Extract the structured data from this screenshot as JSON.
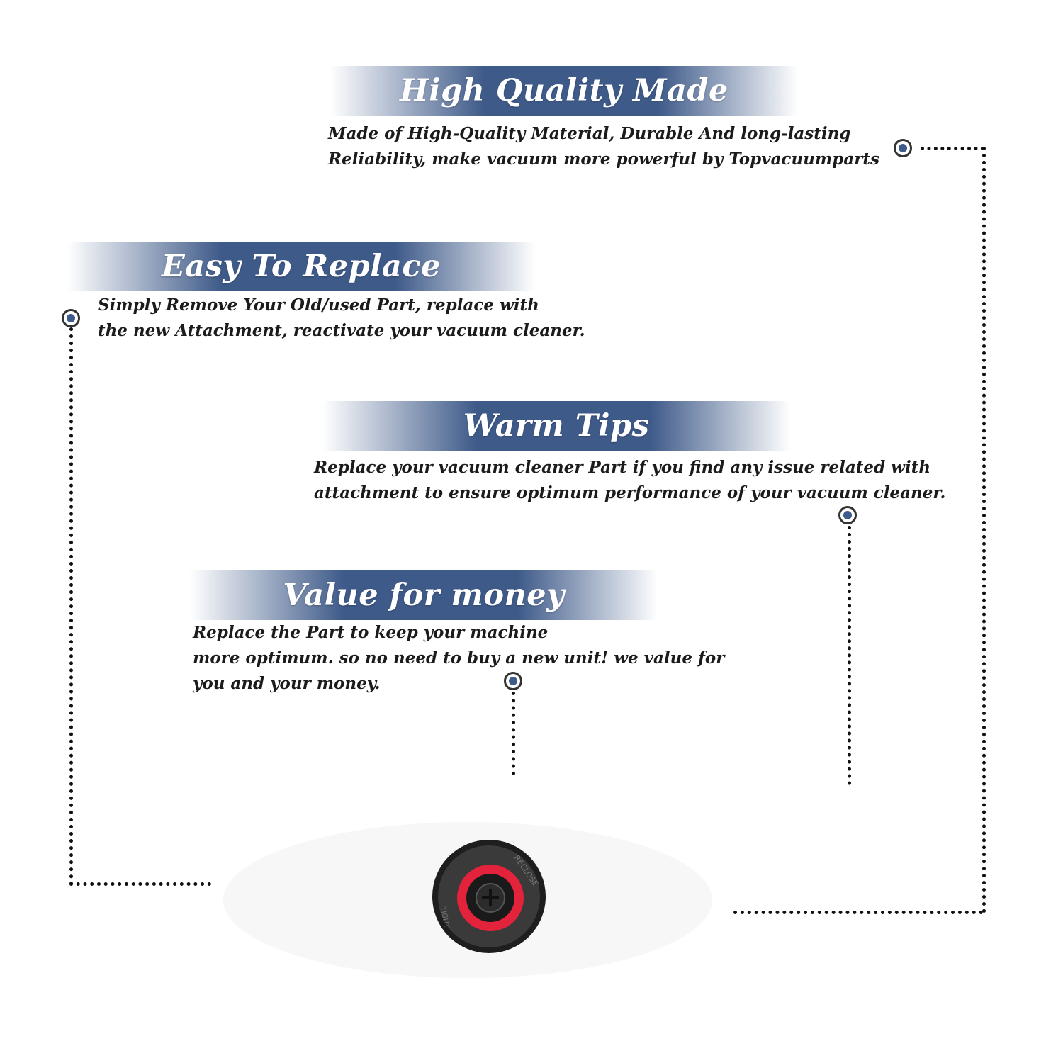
{
  "colors": {
    "banner_dark": "#3e5a89",
    "banner_light": "#ffffff",
    "marker_dot": "#3f5b8c",
    "text": "#1b1b1b",
    "dotted_line": "#111111",
    "product_ring_accent": "#e2233b",
    "product_body": "#3a3a3a"
  },
  "sections": [
    {
      "title": "High Quality Made",
      "lines": [
        "Made of  High-Quality Material, Durable And long-lasting",
        "Reliability, make vacuum more powerful by Topvacuumparts"
      ]
    },
    {
      "title": "Easy To Replace",
      "lines": [
        "Simply Remove Your Old/used Part, replace with",
        "the new Attachment, reactivate your vacuum cleaner."
      ]
    },
    {
      "title": "Warm Tips",
      "lines": [
        "Replace your vacuum cleaner Part if you find any issue related with",
        " attachment to ensure optimum performance of your vacuum cleaner."
      ]
    },
    {
      "title": "Value for money",
      "lines": [
        "Replace the Part to keep your machine",
        "more optimum. so no need to buy a new unit! we value for",
        "you and your money."
      ]
    }
  ],
  "product": {
    "icon": "vacuum-attachment-icon",
    "ring_text_top": "RECLOSE",
    "ring_text_bottom": "TIGHT"
  }
}
